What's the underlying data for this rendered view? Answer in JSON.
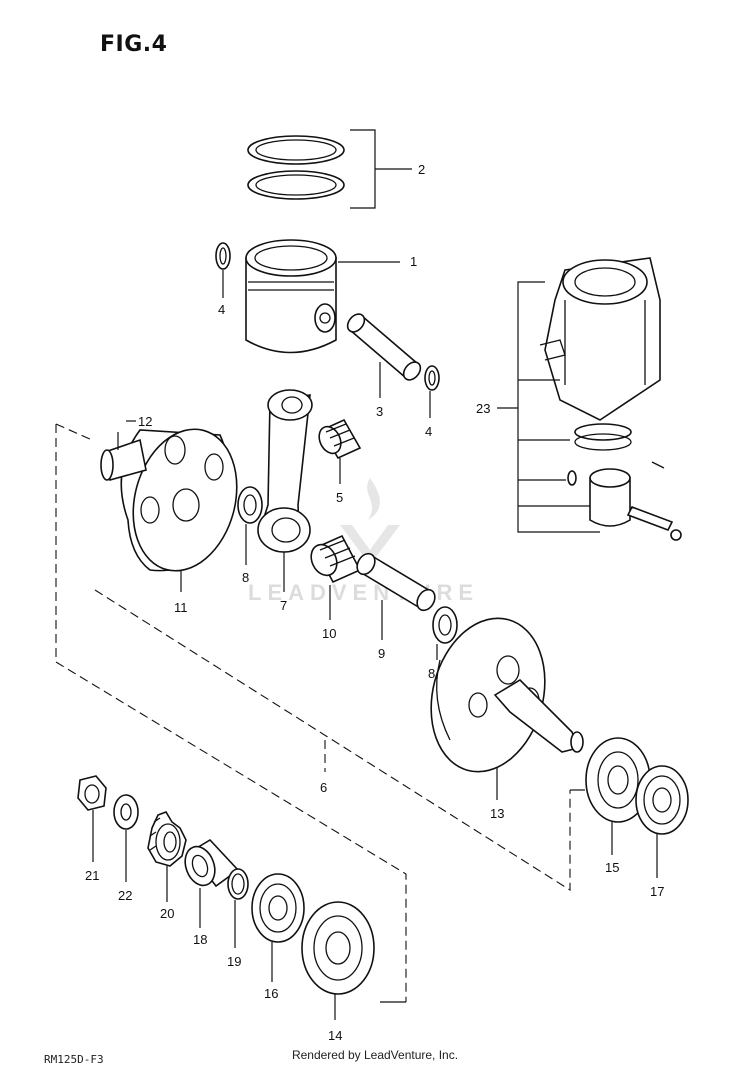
{
  "figure": {
    "title": "FIG.4"
  },
  "footer": {
    "rendered_by": "Rendered by LeadVenture, Inc.",
    "page_code": "RM125D-F3"
  },
  "watermark": {
    "text": "LEADVENTURE"
  },
  "callouts": [
    {
      "id": "c1",
      "label": "1"
    },
    {
      "id": "c2",
      "label": "2"
    },
    {
      "id": "c3",
      "label": "3"
    },
    {
      "id": "c4a",
      "label": "4"
    },
    {
      "id": "c4b",
      "label": "4"
    },
    {
      "id": "c5",
      "label": "5"
    },
    {
      "id": "c6",
      "label": "6"
    },
    {
      "id": "c7",
      "label": "7"
    },
    {
      "id": "c8a",
      "label": "8"
    },
    {
      "id": "c8b",
      "label": "8"
    },
    {
      "id": "c9",
      "label": "9"
    },
    {
      "id": "c10",
      "label": "10"
    },
    {
      "id": "c11",
      "label": "11"
    },
    {
      "id": "c12",
      "label": "12"
    },
    {
      "id": "c13",
      "label": "13"
    },
    {
      "id": "c14",
      "label": "14"
    },
    {
      "id": "c15",
      "label": "15"
    },
    {
      "id": "c16",
      "label": "16"
    },
    {
      "id": "c17",
      "label": "17"
    },
    {
      "id": "c18",
      "label": "18"
    },
    {
      "id": "c19",
      "label": "19"
    },
    {
      "id": "c20",
      "label": "20"
    },
    {
      "id": "c21",
      "label": "21"
    },
    {
      "id": "c22",
      "label": "22"
    },
    {
      "id": "c23",
      "label": "23"
    }
  ]
}
